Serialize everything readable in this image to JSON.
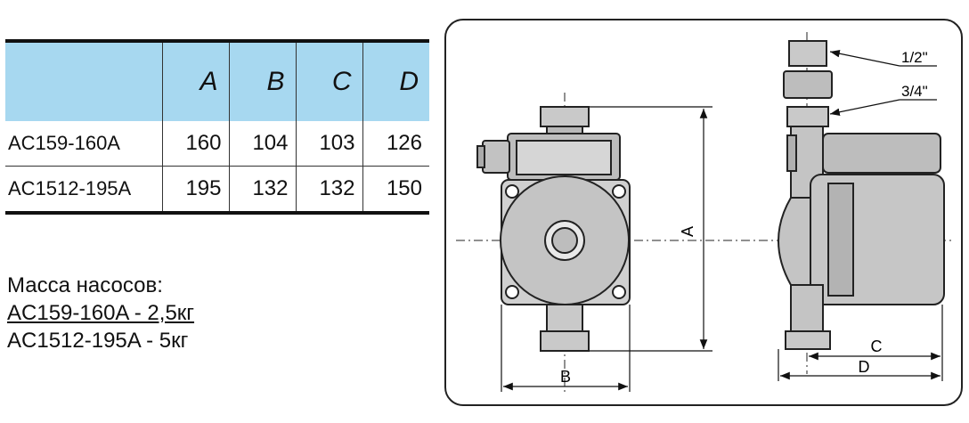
{
  "table": {
    "columns": [
      "",
      "A",
      "B",
      "C",
      "D"
    ],
    "rows": [
      {
        "model": "AC159-160A",
        "A": "160",
        "B": "104",
        "C": "103",
        "D": "126"
      },
      {
        "model": "AC1512-195A",
        "A": "195",
        "B": "132",
        "C": "132",
        "D": "150"
      }
    ]
  },
  "mass": {
    "title": "Масса насосов:",
    "line1": "AC159-160A - 2,5кг",
    "line2": "AC1512-195A - 5кг"
  },
  "drawing": {
    "thread_top": "1/2\"",
    "thread_mid": "3/4\"",
    "dim_a": "A",
    "dim_b": "B",
    "dim_c": "C",
    "dim_d": "D"
  }
}
